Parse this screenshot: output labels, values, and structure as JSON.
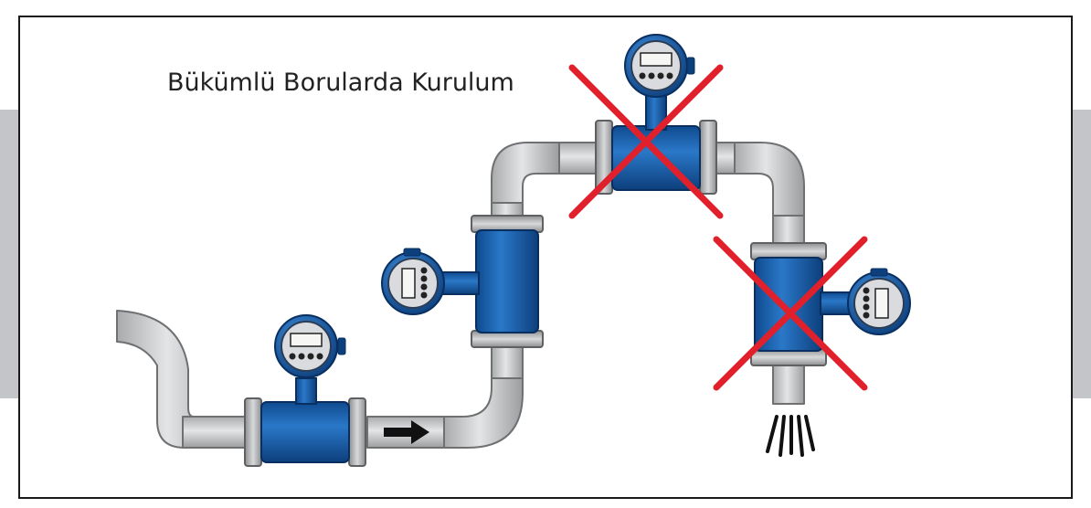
{
  "title": "Bükümlü Borularda Kurulum",
  "colors": {
    "pipe_fill": "#c8c9cb",
    "pipe_stroke": "#6f7072",
    "meter_blue": "#1e63b4",
    "meter_dark": "#0c3c78",
    "cross_red": "#e0202a",
    "arrow": "#111111"
  },
  "flowmeters": [
    {
      "name": "bottom-horizontal-meter",
      "status": "correct"
    },
    {
      "name": "rising-vertical-meter",
      "status": "correct"
    },
    {
      "name": "top-horizontal-meter",
      "status": "incorrect"
    },
    {
      "name": "falling-vertical-meter",
      "status": "incorrect"
    }
  ],
  "icons": [
    "flow-direction-arrow-icon",
    "red-cross-icon",
    "liquid-drip-icon"
  ]
}
